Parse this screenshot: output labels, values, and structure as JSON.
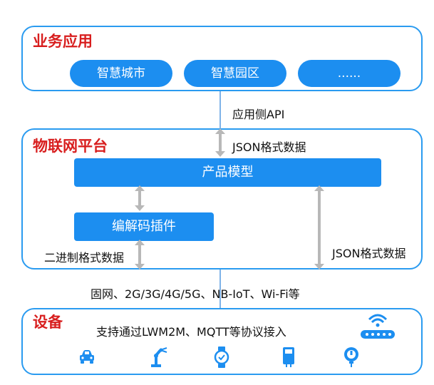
{
  "business_layer": {
    "title": "业务应用",
    "apps": [
      "智慧城市",
      "智慧园区",
      "......"
    ]
  },
  "api_label": "应用侧API",
  "platform_layer": {
    "title": "物联网平台",
    "json_top": "JSON格式数据",
    "product_model": "产品模型",
    "codec_plugin": "编解码插件",
    "binary_label": "二进制格式数据",
    "json_right": "JSON格式数据"
  },
  "network_label": "固网、2G/3G/4G/5G、NB-IoT、Wi-Fi等",
  "device_layer": {
    "title": "设备",
    "protocol_label": "支持通过LWM2M、MQTT等协议接入",
    "devices": [
      "car-icon",
      "robot-arm-icon",
      "smartwatch-icon",
      "meter-icon",
      "gauge-icon"
    ],
    "gateway": "router-icon"
  },
  "colors": {
    "border": "#2a9bf0",
    "fill": "#1c8ef0",
    "title": "#d81e1e",
    "arrow": "#b8b8b8",
    "line": "#7fb3e8"
  }
}
